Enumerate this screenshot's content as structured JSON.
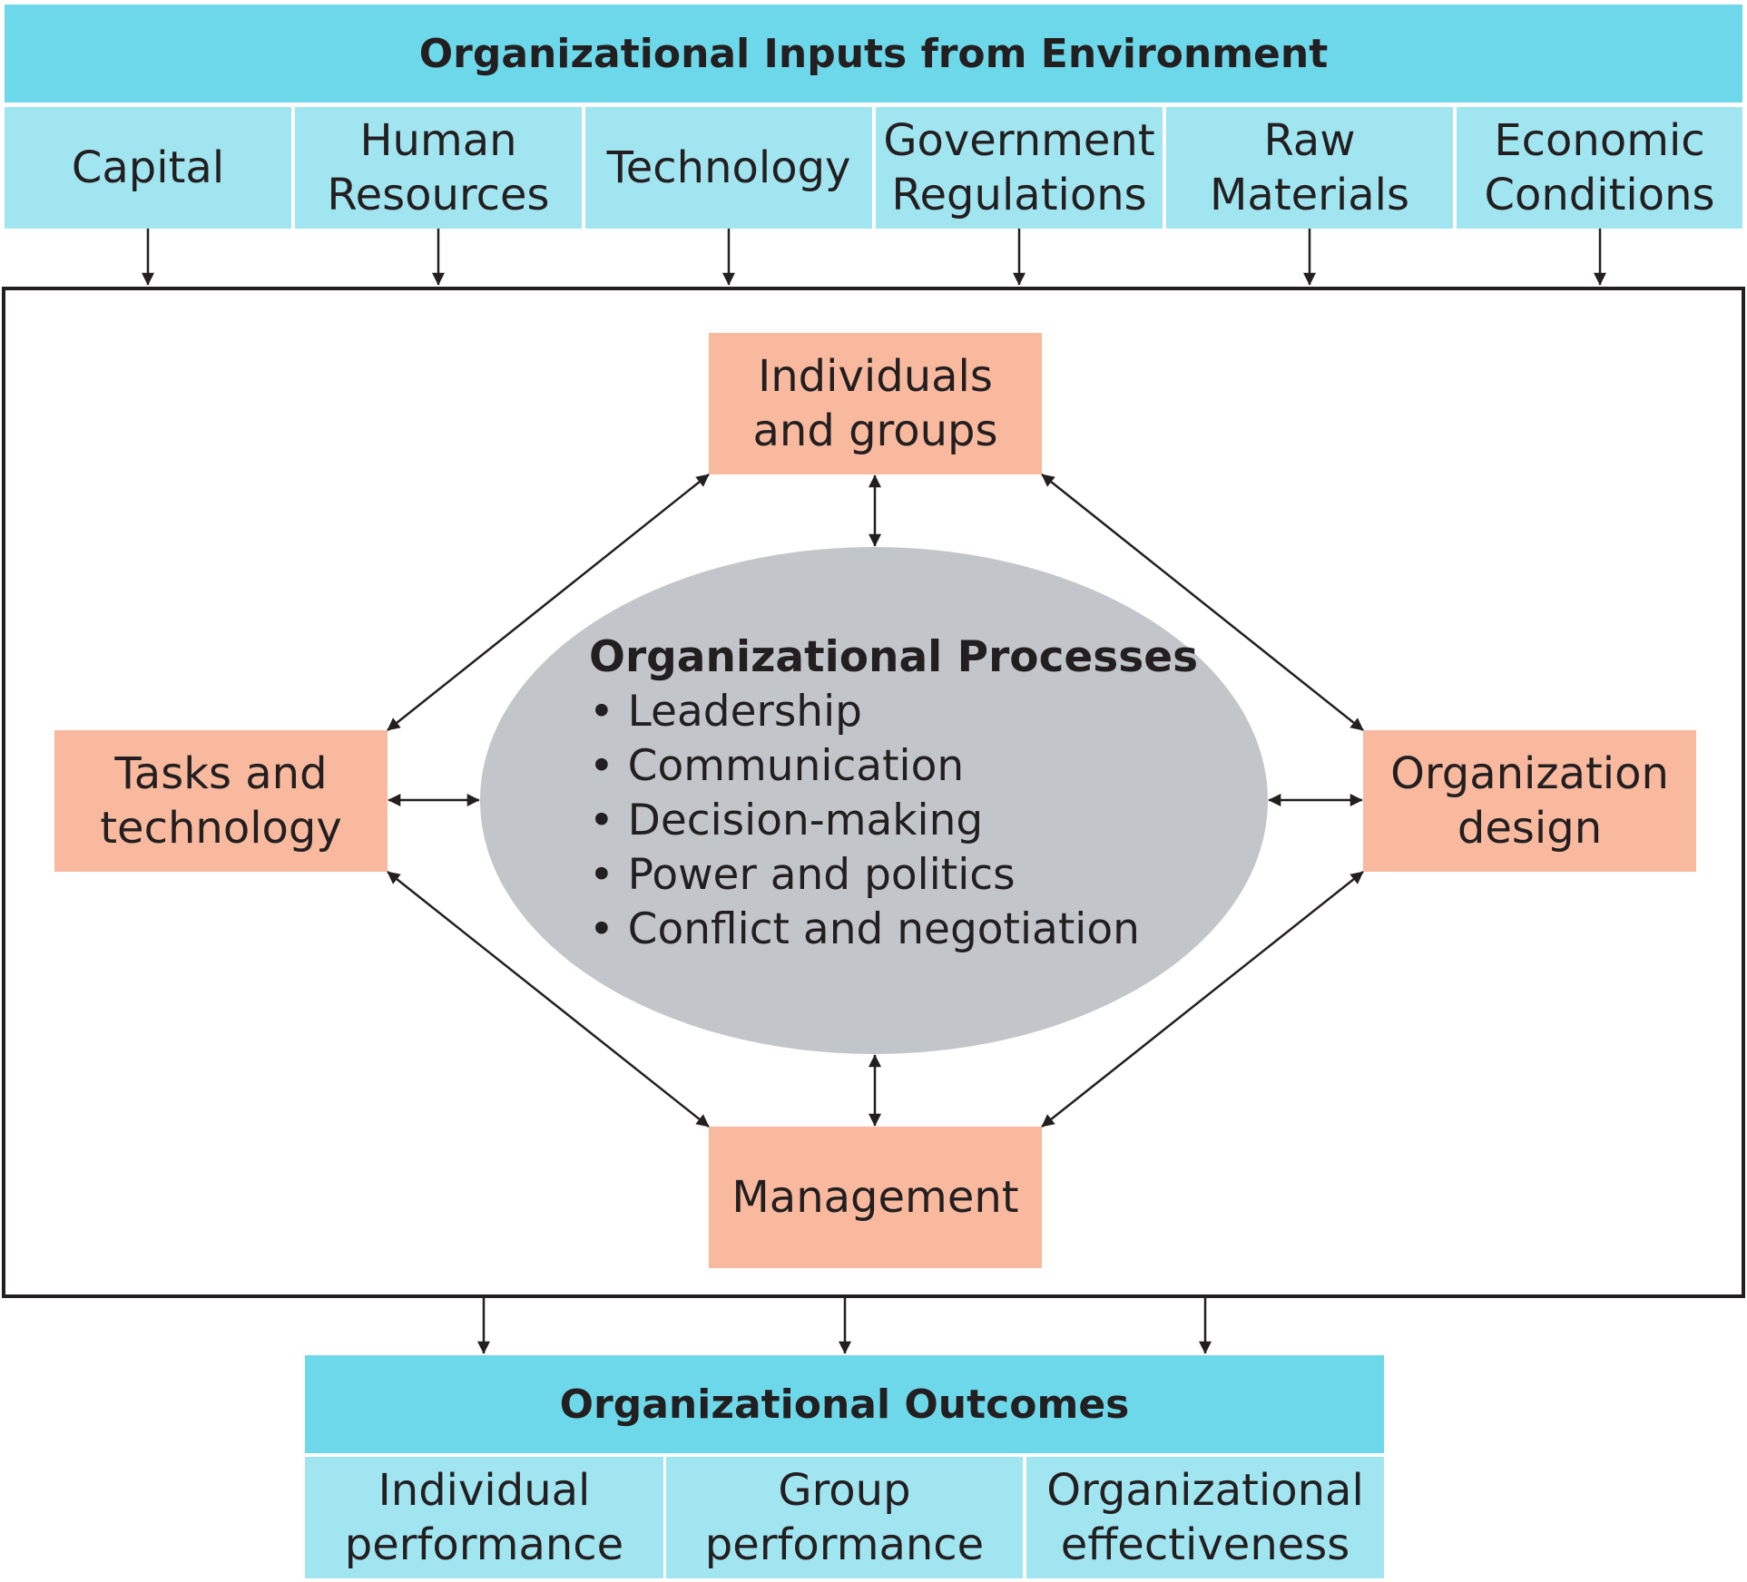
{
  "inputs": {
    "title": "Organizational Inputs from Environment",
    "items": [
      "Capital",
      "Human\nResources",
      "Technology",
      "Government\nRegulations",
      "Raw\nMaterials",
      "Economic\nConditions"
    ]
  },
  "nodes": {
    "top": "Individuals\nand groups",
    "left": "Tasks and\ntechnology",
    "right": "Organization\ndesign",
    "bottom": "Management"
  },
  "processes": {
    "title": "Organizational Processes",
    "items": [
      "Leadership",
      "Communication",
      "Decision-making",
      "Power and politics",
      "Conflict and negotiation"
    ]
  },
  "outcomes": {
    "title": "Organizational Outcomes",
    "items": [
      "Individual\nperformance",
      "Group\nperformance",
      "Organizational\neffectiveness"
    ]
  },
  "colors": {
    "banner": "#6dd8ea",
    "cell": "#a1e5f1",
    "node": "#f8b99e",
    "ellipse": "#c2c6ca",
    "line": "#231f20"
  }
}
